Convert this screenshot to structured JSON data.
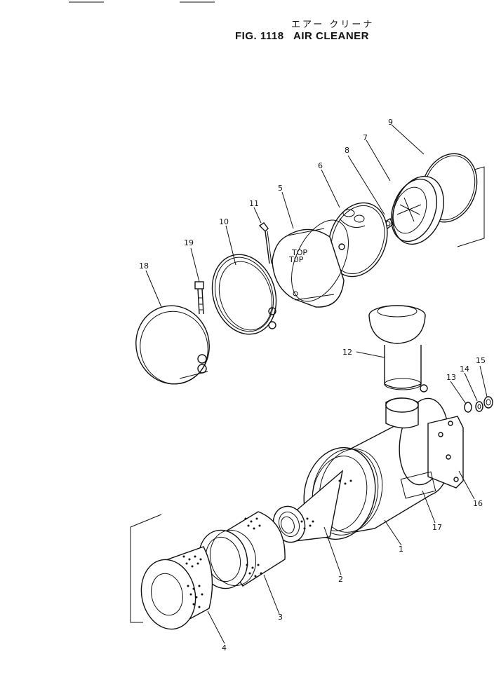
{
  "header": {
    "title_jp": "エアー クリーナ",
    "fig_no": "FIG. 1118",
    "title": "AIR CLEANER"
  },
  "cover_text": {
    "line1": "TOP",
    "line2": "T0P"
  },
  "labels": {
    "p1": "1",
    "p2": "2",
    "p3": "3",
    "p4": "4",
    "p5": "5",
    "p6": "6",
    "p7": "7",
    "p8": "8",
    "p9": "9",
    "p10": "10",
    "p11": "11",
    "p12": "12",
    "p13": "13",
    "p14": "14",
    "p15": "15",
    "p16": "16",
    "p17": "17",
    "p18": "18",
    "p19": "19"
  }
}
